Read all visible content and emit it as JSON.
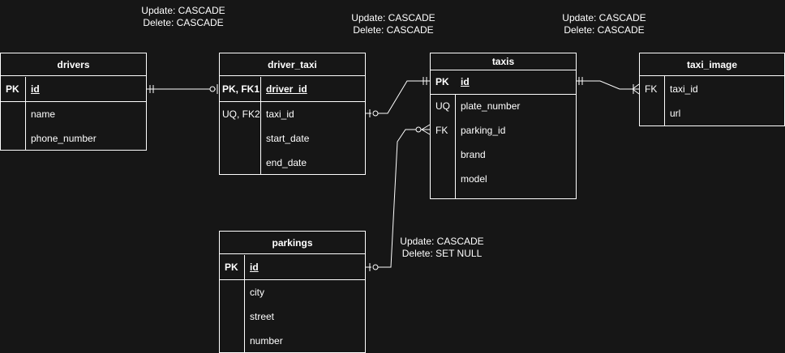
{
  "entities": {
    "drivers": {
      "title": "drivers",
      "rows": [
        {
          "key": "PK",
          "field": "id"
        },
        {
          "key": "",
          "field": "name"
        },
        {
          "key": "",
          "field": "phone_number"
        }
      ]
    },
    "driver_taxi": {
      "title": "driver_taxi",
      "rows": [
        {
          "key": "PK, FK1",
          "field": "driver_id"
        },
        {
          "key": "UQ, FK2",
          "field": "taxi_id"
        },
        {
          "key": "",
          "field": "start_date"
        },
        {
          "key": "",
          "field": "end_date"
        }
      ]
    },
    "taxis": {
      "title": "taxis",
      "rows": [
        {
          "key": "PK",
          "field": "id"
        },
        {
          "key": "UQ",
          "field": "plate_number"
        },
        {
          "key": "FK",
          "field": "parking_id"
        },
        {
          "key": "",
          "field": "brand"
        },
        {
          "key": "",
          "field": "model"
        }
      ]
    },
    "taxi_image": {
      "title": "taxi_image",
      "rows": [
        {
          "key": "FK",
          "field": "taxi_id"
        },
        {
          "key": "",
          "field": "url"
        }
      ]
    },
    "parkings": {
      "title": "parkings",
      "rows": [
        {
          "key": "PK",
          "field": "id"
        },
        {
          "key": "",
          "field": "city"
        },
        {
          "key": "",
          "field": "street"
        },
        {
          "key": "",
          "field": "number"
        }
      ]
    }
  },
  "notes": {
    "drivers_driver_taxi": {
      "update": "Update: CASCADE",
      "delete": "Delete: CASCADE"
    },
    "driver_taxi_taxis": {
      "update": "Update: CASCADE",
      "delete": "Delete: CASCADE"
    },
    "taxis_taxi_image": {
      "update": "Update: CASCADE",
      "delete": "Delete: CASCADE"
    },
    "parkings_taxis": {
      "update": "Update: CASCADE",
      "delete": "Delete: SET NULL"
    }
  }
}
